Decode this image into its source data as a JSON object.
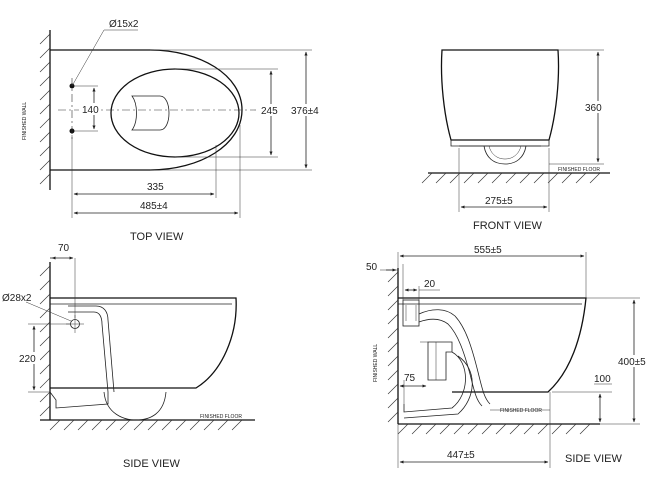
{
  "top_view": {
    "title": "TOP VIEW",
    "wall_label": "FINISHED WALL",
    "dims": {
      "holes": "Ø15x2",
      "hole_spacing": "140",
      "bowl_width": "245",
      "overall_width": "376±4",
      "bowl_length": "335",
      "overall_length": "485±4"
    }
  },
  "front_view": {
    "title": "FRONT VIEW",
    "floor_label": "FINISHED FLOOR",
    "dims": {
      "height": "360",
      "base_width": "275±5"
    }
  },
  "side_view_left": {
    "title": "SIDE VIEW",
    "floor_label": "FINISHED FLOOR",
    "dims": {
      "wall_offset": "70",
      "holes": "Ø28x2",
      "hole_height": "220"
    }
  },
  "side_view_right": {
    "title": "SIDE VIEW",
    "wall_label": "FINISHED WALL",
    "floor_label": "FINISHED FLOOR",
    "dims": {
      "overall_length": "555±5",
      "wall_gap": "50",
      "outlet_offset": "20",
      "height": "400±5",
      "pipe_offset": "75",
      "floor_clearance": "100",
      "base_length": "447±5"
    }
  }
}
